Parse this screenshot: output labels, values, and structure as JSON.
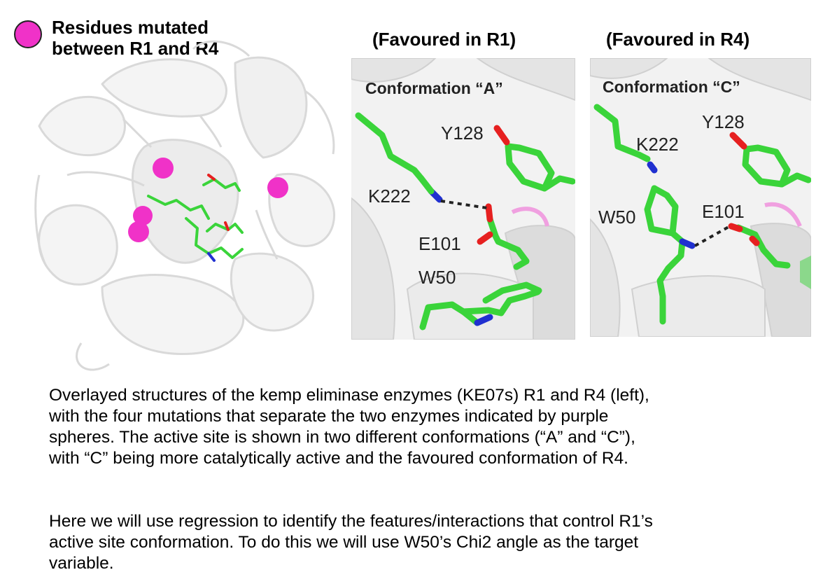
{
  "legend": {
    "line1": "Residues mutated",
    "line2": "between R1 and R4",
    "color": "#f032c8"
  },
  "panels": {
    "r1": {
      "title": "(Favoured in R1)",
      "conformation": "Conformation “A”",
      "residues": {
        "y128": "Y128",
        "k222": "K222",
        "e101": "E101",
        "w50": "W50"
      }
    },
    "r4": {
      "title": "(Favoured in R4)",
      "conformation": "Conformation “C”",
      "residues": {
        "y128": "Y128",
        "k222": "K222",
        "e101": "E101",
        "w50": "W50"
      }
    }
  },
  "colors": {
    "carbon": "#3ad43a",
    "oxygen": "#e62020",
    "nitrogen": "#2030d0",
    "mutation": "#f032c8",
    "cartoon": "#e6e6e6"
  },
  "caption": {
    "paragraph1": [
      "Overlayed structures of the kemp eliminase enzymes (KE07s) R1 and R4 (left),",
      "with the four mutations that separate the two enzymes indicated by purple",
      "spheres. The active site is shown in two different conformations (“A” and “C”),",
      "with “C” being more catalytically active and the favoured conformation of R4."
    ],
    "paragraph2": [
      "Here we will use regression to identify the features/interactions that control R1’s",
      "active site conformation. To do this we will use W50’s Chi2 angle as the target",
      "variable."
    ]
  }
}
